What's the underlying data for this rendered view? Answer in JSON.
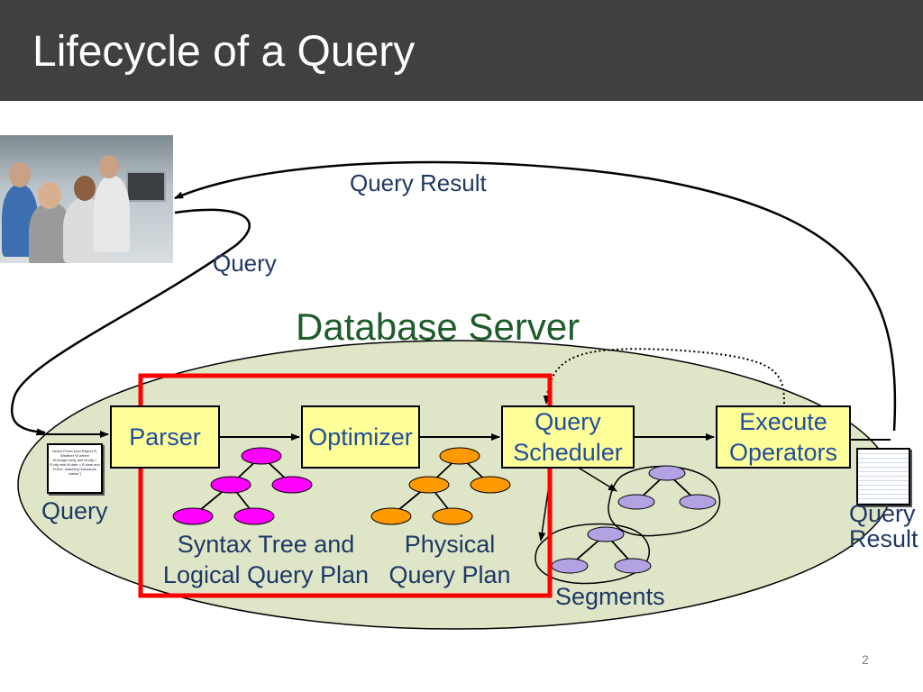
{
  "title": "Lifecycle of a Query",
  "labels": {
    "query_result_top": "Query Result",
    "query_top": "Query",
    "database_server": "Database Server",
    "query_input": "Query",
    "query_result_output_line1": "Query",
    "query_result_output_line2": "Result",
    "syntax_tree_line1": "Syntax Tree and",
    "syntax_tree_line2": "Logical Query Plan",
    "physical_line1": "Physical",
    "physical_line2": "Query Plan",
    "segments": "Segments"
  },
  "boxes": {
    "parser": "Parser",
    "optimizer": "Optimizer",
    "scheduler_line1": "Query",
    "scheduler_line2": "Scheduler",
    "execute_line1": "Execute",
    "execute_line2": "Operators"
  },
  "sql_text": "Select R.text from Report R, Weather W where W.image.rain() and W.city = R.city and W.date = R.date and R.text. matches(\"insurance claims\")",
  "page_number": "2",
  "colors": {
    "title_bar": "#404040",
    "server_ellipse": "#dfe6c8",
    "box_fill": "#ffff99",
    "highlight_border": "#ff0000",
    "logical_nodes": "#ff00ff",
    "physical_nodes": "#ff9900",
    "segment_nodes": "#b2a1e3",
    "text": "#1f3864"
  }
}
